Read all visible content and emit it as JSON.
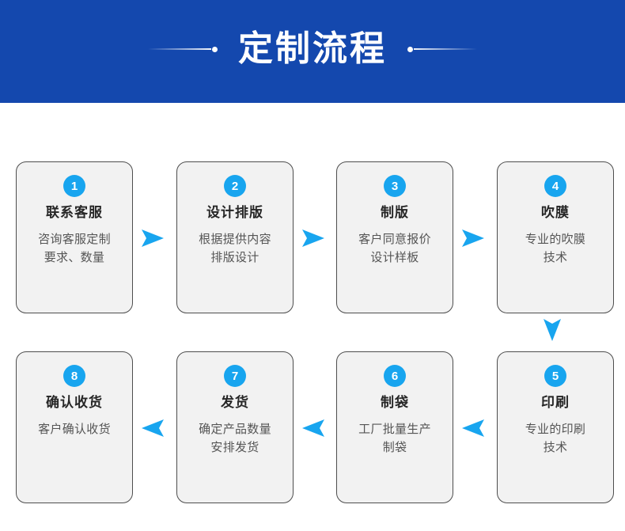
{
  "header": {
    "title": "定制流程",
    "background_color": "#1448ae",
    "title_color": "#ffffff",
    "left_decoration": "line-dot-decoration",
    "right_decoration": "dot-line-decoration"
  },
  "theme": {
    "badge_color": "#18a5ef",
    "arrow_color": "#18a5ef",
    "card_background": "#f2f2f2",
    "card_border": "#4d4d4d",
    "title_text_color": "#262626",
    "desc_text_color": "#555555"
  },
  "flow": {
    "steps": [
      {
        "number": "1",
        "title": "联系客服",
        "desc_lines": [
          "咨询客服定制",
          "要求、数量"
        ]
      },
      {
        "number": "2",
        "title": "设计排版",
        "desc_lines": [
          "根据提供内容",
          "排版设计"
        ]
      },
      {
        "number": "3",
        "title": "制版",
        "desc_lines": [
          "客户同意报价",
          "设计样板"
        ]
      },
      {
        "number": "4",
        "title": "吹膜",
        "desc_lines": [
          "专业的吹膜",
          "技术"
        ]
      },
      {
        "number": "5",
        "title": "印刷",
        "desc_lines": [
          "专业的印刷",
          "技术"
        ]
      },
      {
        "number": "6",
        "title": "制袋",
        "desc_lines": [
          "工厂批量生产",
          "制袋"
        ]
      },
      {
        "number": "7",
        "title": "发货",
        "desc_lines": [
          "确定产品数量",
          "安排发货"
        ]
      },
      {
        "number": "8",
        "title": "确认收货",
        "desc_lines": [
          "客户确认收货",
          ""
        ]
      }
    ],
    "connectors": [
      {
        "name": "arrow-step1-to-step2",
        "direction": "right"
      },
      {
        "name": "arrow-step2-to-step3",
        "direction": "right"
      },
      {
        "name": "arrow-step3-to-step4",
        "direction": "right"
      },
      {
        "name": "arrow-step4-to-step5",
        "direction": "down"
      },
      {
        "name": "arrow-step5-to-step6",
        "direction": "left"
      },
      {
        "name": "arrow-step6-to-step7",
        "direction": "left"
      },
      {
        "name": "arrow-step7-to-step8",
        "direction": "left"
      }
    ]
  }
}
